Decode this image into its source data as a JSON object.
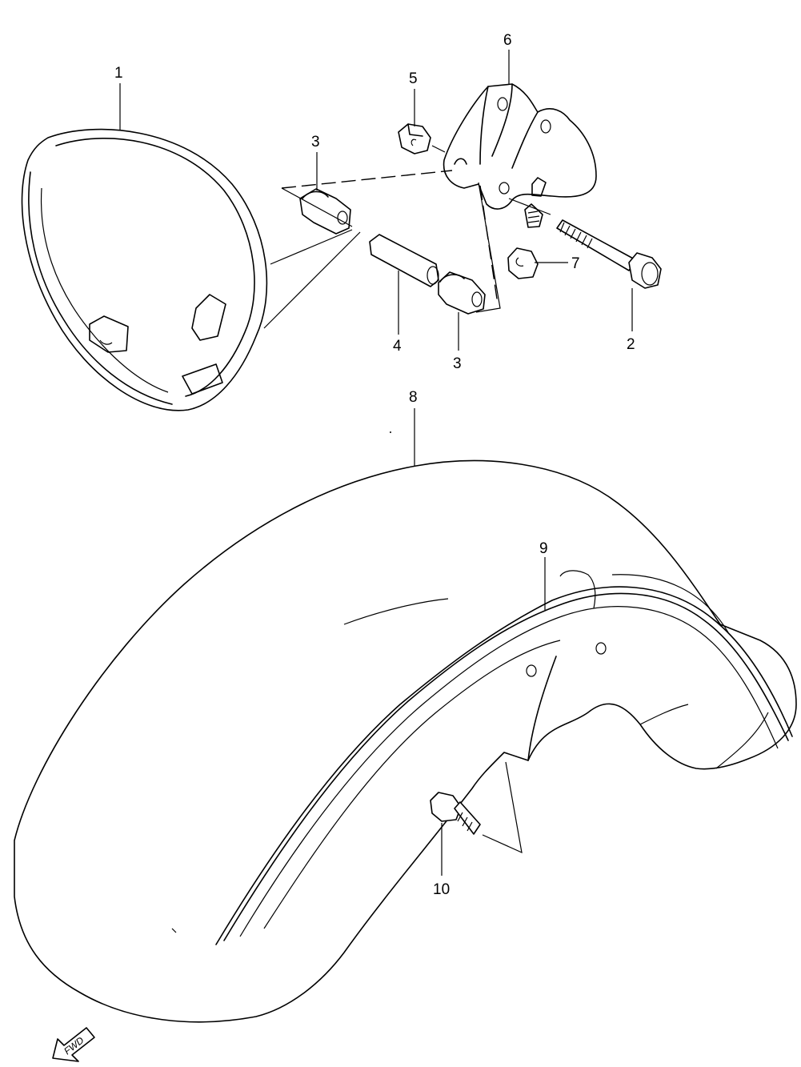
{
  "callouts": [
    {
      "id": "1",
      "text": "1"
    },
    {
      "id": "2",
      "text": "2"
    },
    {
      "id": "3a",
      "text": "3"
    },
    {
      "id": "3b",
      "text": "3"
    },
    {
      "id": "4",
      "text": "4"
    },
    {
      "id": "5",
      "text": "5"
    },
    {
      "id": "6",
      "text": "6"
    },
    {
      "id": "7",
      "text": "7"
    },
    {
      "id": "8",
      "text": "8"
    },
    {
      "id": "9",
      "text": "9"
    },
    {
      "id": "10",
      "text": "10"
    }
  ],
  "direction_arrow": {
    "label": "FWD"
  }
}
